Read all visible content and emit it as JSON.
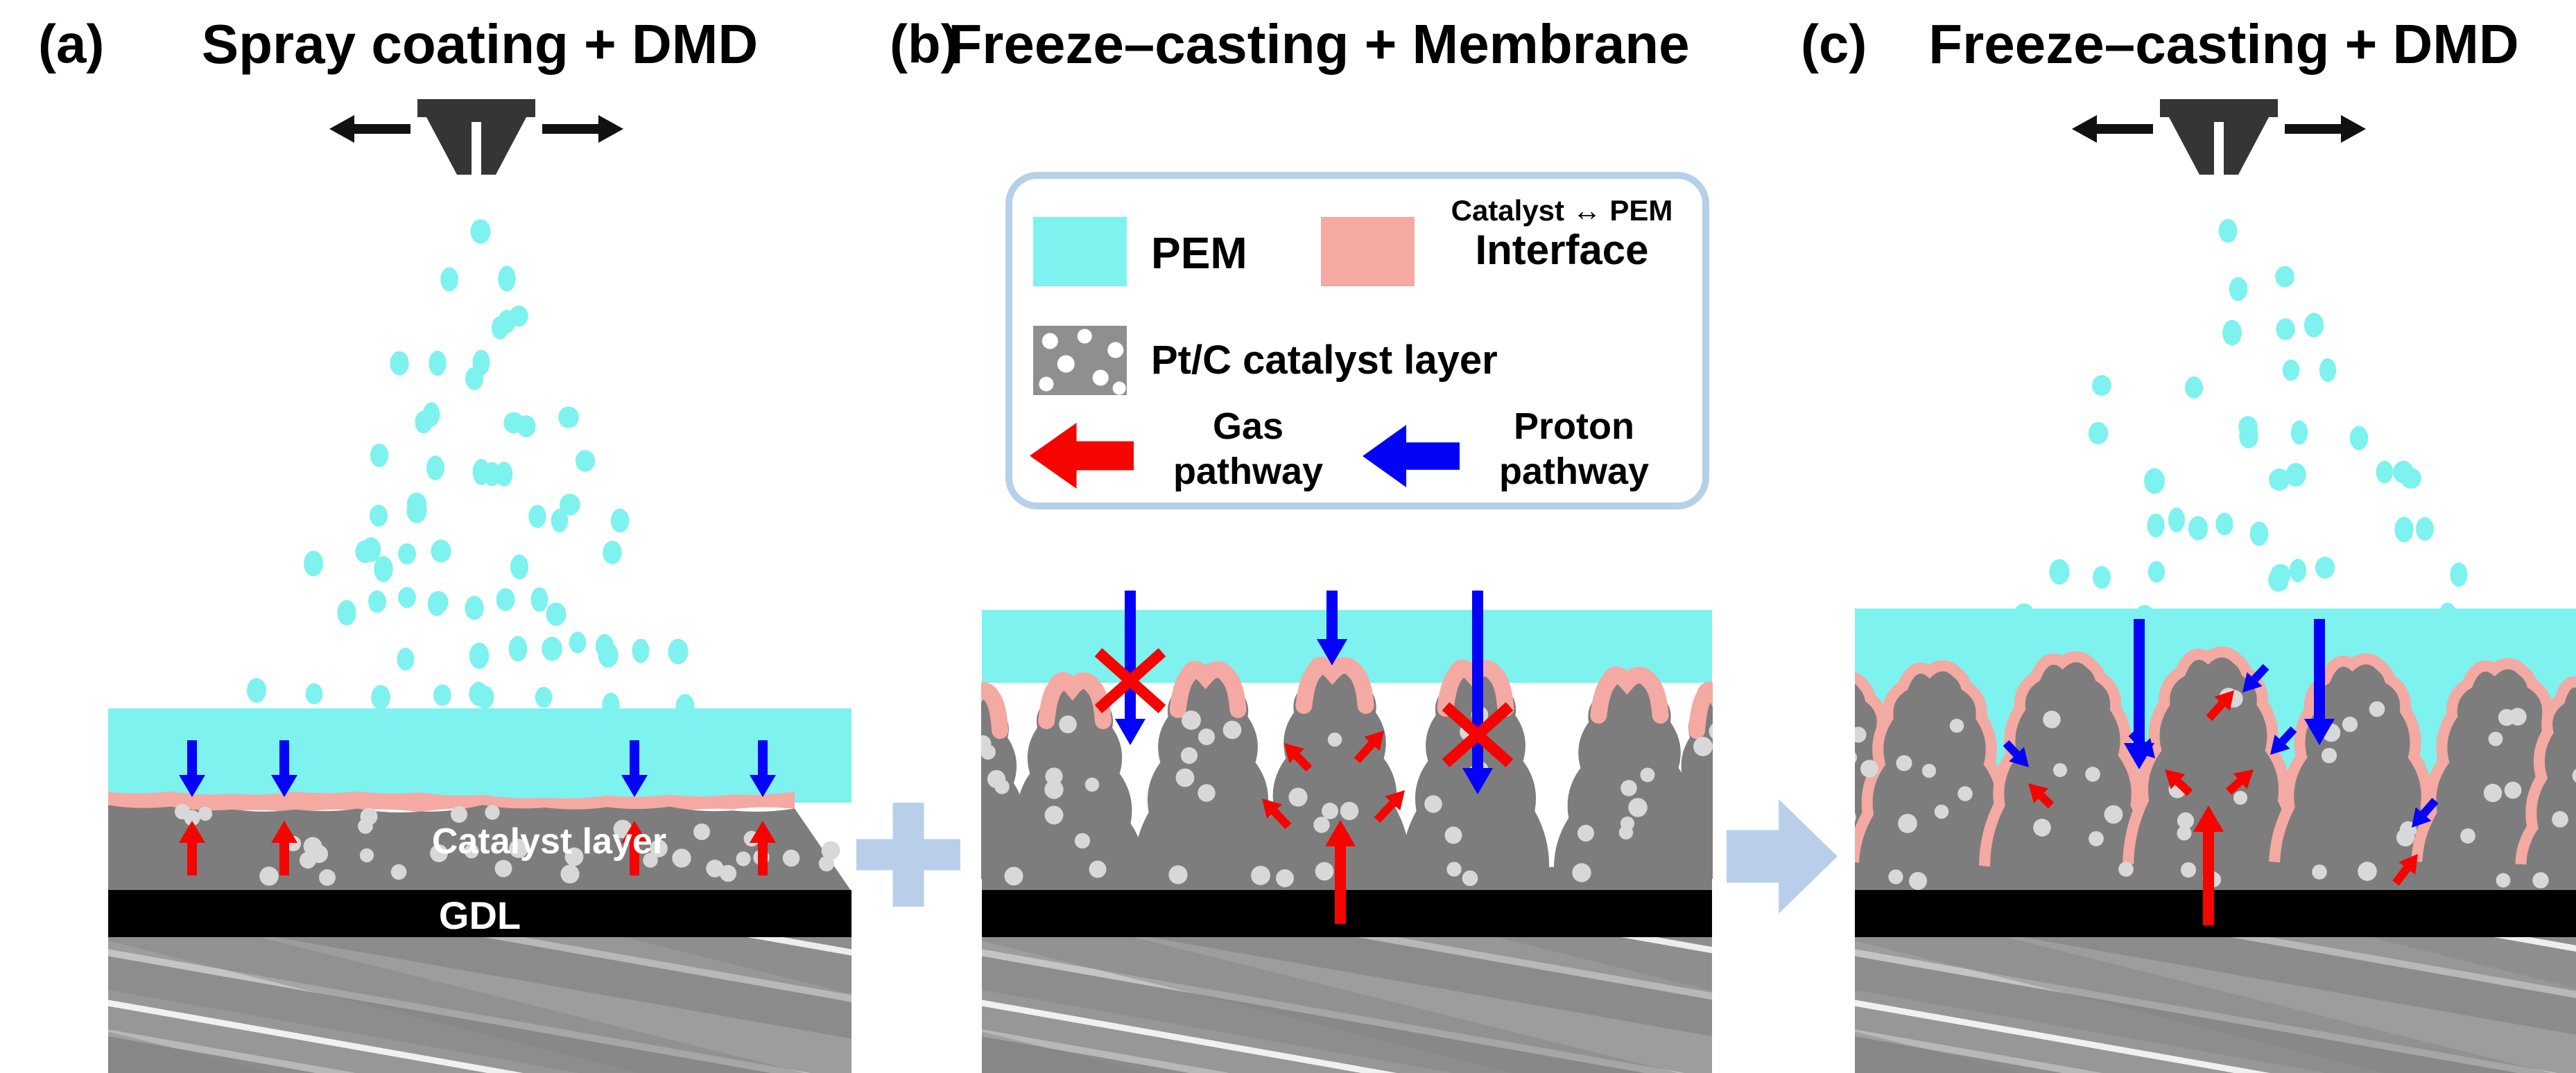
{
  "figure_type": "schematic-diagram",
  "panels": [
    {
      "label": "(a)",
      "title": "Spray coating + DMD"
    },
    {
      "label": "(b)",
      "title": "Freeze–casting + Membrane"
    },
    {
      "label": "(c)",
      "title": "Freeze–casting + DMD"
    }
  ],
  "layer_labels": {
    "catalyst_layer": "Catalyst layer",
    "gdl": "GDL"
  },
  "legend": {
    "pem_label": "PEM",
    "interface_label_small": "Catalyst ↔ PEM",
    "interface_label": "Interface",
    "ptc_label": "Pt/C catalyst layer",
    "gas_label_line1": "Gas",
    "gas_label_line2": "pathway",
    "proton_label_line1": "Proton",
    "proton_label_line2": "pathway"
  },
  "connectors": {
    "plus": "+",
    "arrow": "→"
  },
  "colors": {
    "pem_cyan": "#7df2ef",
    "interface_pink": "#f4a9a3",
    "catalyst_gray": "#7d7d7d",
    "pt_dot": "#d8d8d8",
    "gdl_black": "#000000",
    "gas_red": "#f50400",
    "proton_blue": "#0403f8",
    "connector_blue": "#b9cfe9",
    "legend_border": "#b5d1ea",
    "nozzle_dark": "#353535"
  }
}
